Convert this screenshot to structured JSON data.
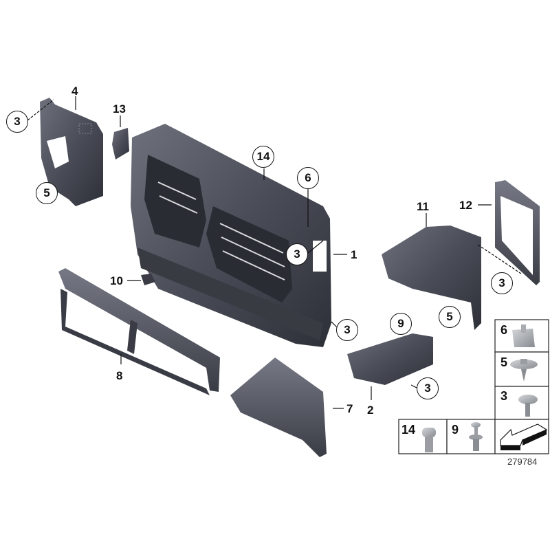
{
  "diagram": {
    "type": "exploded parts diagram",
    "subject": "Air ducts / radiator shroud assembly",
    "reference_number": "279784",
    "colors": {
      "part_fill": "#4a4d58",
      "part_highlight": "#6c6f7a",
      "part_dark": "#2c2e36",
      "fastener": "#a8abb0",
      "line": "#111111",
      "background": "#ffffff"
    },
    "callouts": [
      {
        "id": "c1",
        "label": "1",
        "style": "plain",
        "part": "Air duct frame / radiator shroud (main)"
      },
      {
        "id": "c2",
        "label": "2",
        "style": "plain",
        "part": "Lower right air duct"
      },
      {
        "id": "c3a",
        "label": "3",
        "style": "circle",
        "part": "Screw (upper left, part 4)"
      },
      {
        "id": "c3b",
        "label": "3",
        "style": "circle",
        "part": "Screw (main frame, right)"
      },
      {
        "id": "c3c",
        "label": "3",
        "style": "circle",
        "part": "Screw (main frame, lower right)"
      },
      {
        "id": "c3d",
        "label": "3",
        "style": "circle",
        "part": "Screw (part 11 / 12)"
      },
      {
        "id": "c3e",
        "label": "3",
        "style": "circle",
        "part": "Screw (part 2)"
      },
      {
        "id": "c4",
        "label": "4",
        "style": "plain",
        "part": "Left air duct"
      },
      {
        "id": "c5a",
        "label": "5",
        "style": "circle",
        "part": "Screw (part 4)"
      },
      {
        "id": "c5b",
        "label": "5",
        "style": "circle",
        "part": "Screw (part 11)"
      },
      {
        "id": "c6",
        "label": "6",
        "style": "circle",
        "part": "Clip nut (main frame)"
      },
      {
        "id": "c7",
        "label": "7",
        "style": "plain",
        "part": "Lower left air duct"
      },
      {
        "id": "c8",
        "label": "8",
        "style": "plain",
        "part": "Lower air guide / deflector"
      },
      {
        "id": "c9",
        "label": "9",
        "style": "circle",
        "part": "Expanding rivet (part 2)"
      },
      {
        "id": "c10",
        "label": "10",
        "style": "plain",
        "part": "Clip / holder"
      },
      {
        "id": "c11",
        "label": "11",
        "style": "plain",
        "part": "Right air duct"
      },
      {
        "id": "c12",
        "label": "12",
        "style": "plain",
        "part": "Seal frame"
      },
      {
        "id": "c13",
        "label": "13",
        "style": "plain",
        "part": "Cover cap"
      },
      {
        "id": "c14",
        "label": "14",
        "style": "circle",
        "part": "Screw (main frame, top)"
      }
    ],
    "fastener_legend": [
      {
        "label": "6",
        "item": "clip-nut"
      },
      {
        "label": "5",
        "item": "flange-screw"
      },
      {
        "label": "3",
        "item": "washer-screw"
      },
      {
        "label": "14",
        "item": "torx-screw"
      },
      {
        "label": "9",
        "item": "expanding-rivet"
      },
      {
        "label": "",
        "item": "direction-arrow"
      }
    ]
  }
}
